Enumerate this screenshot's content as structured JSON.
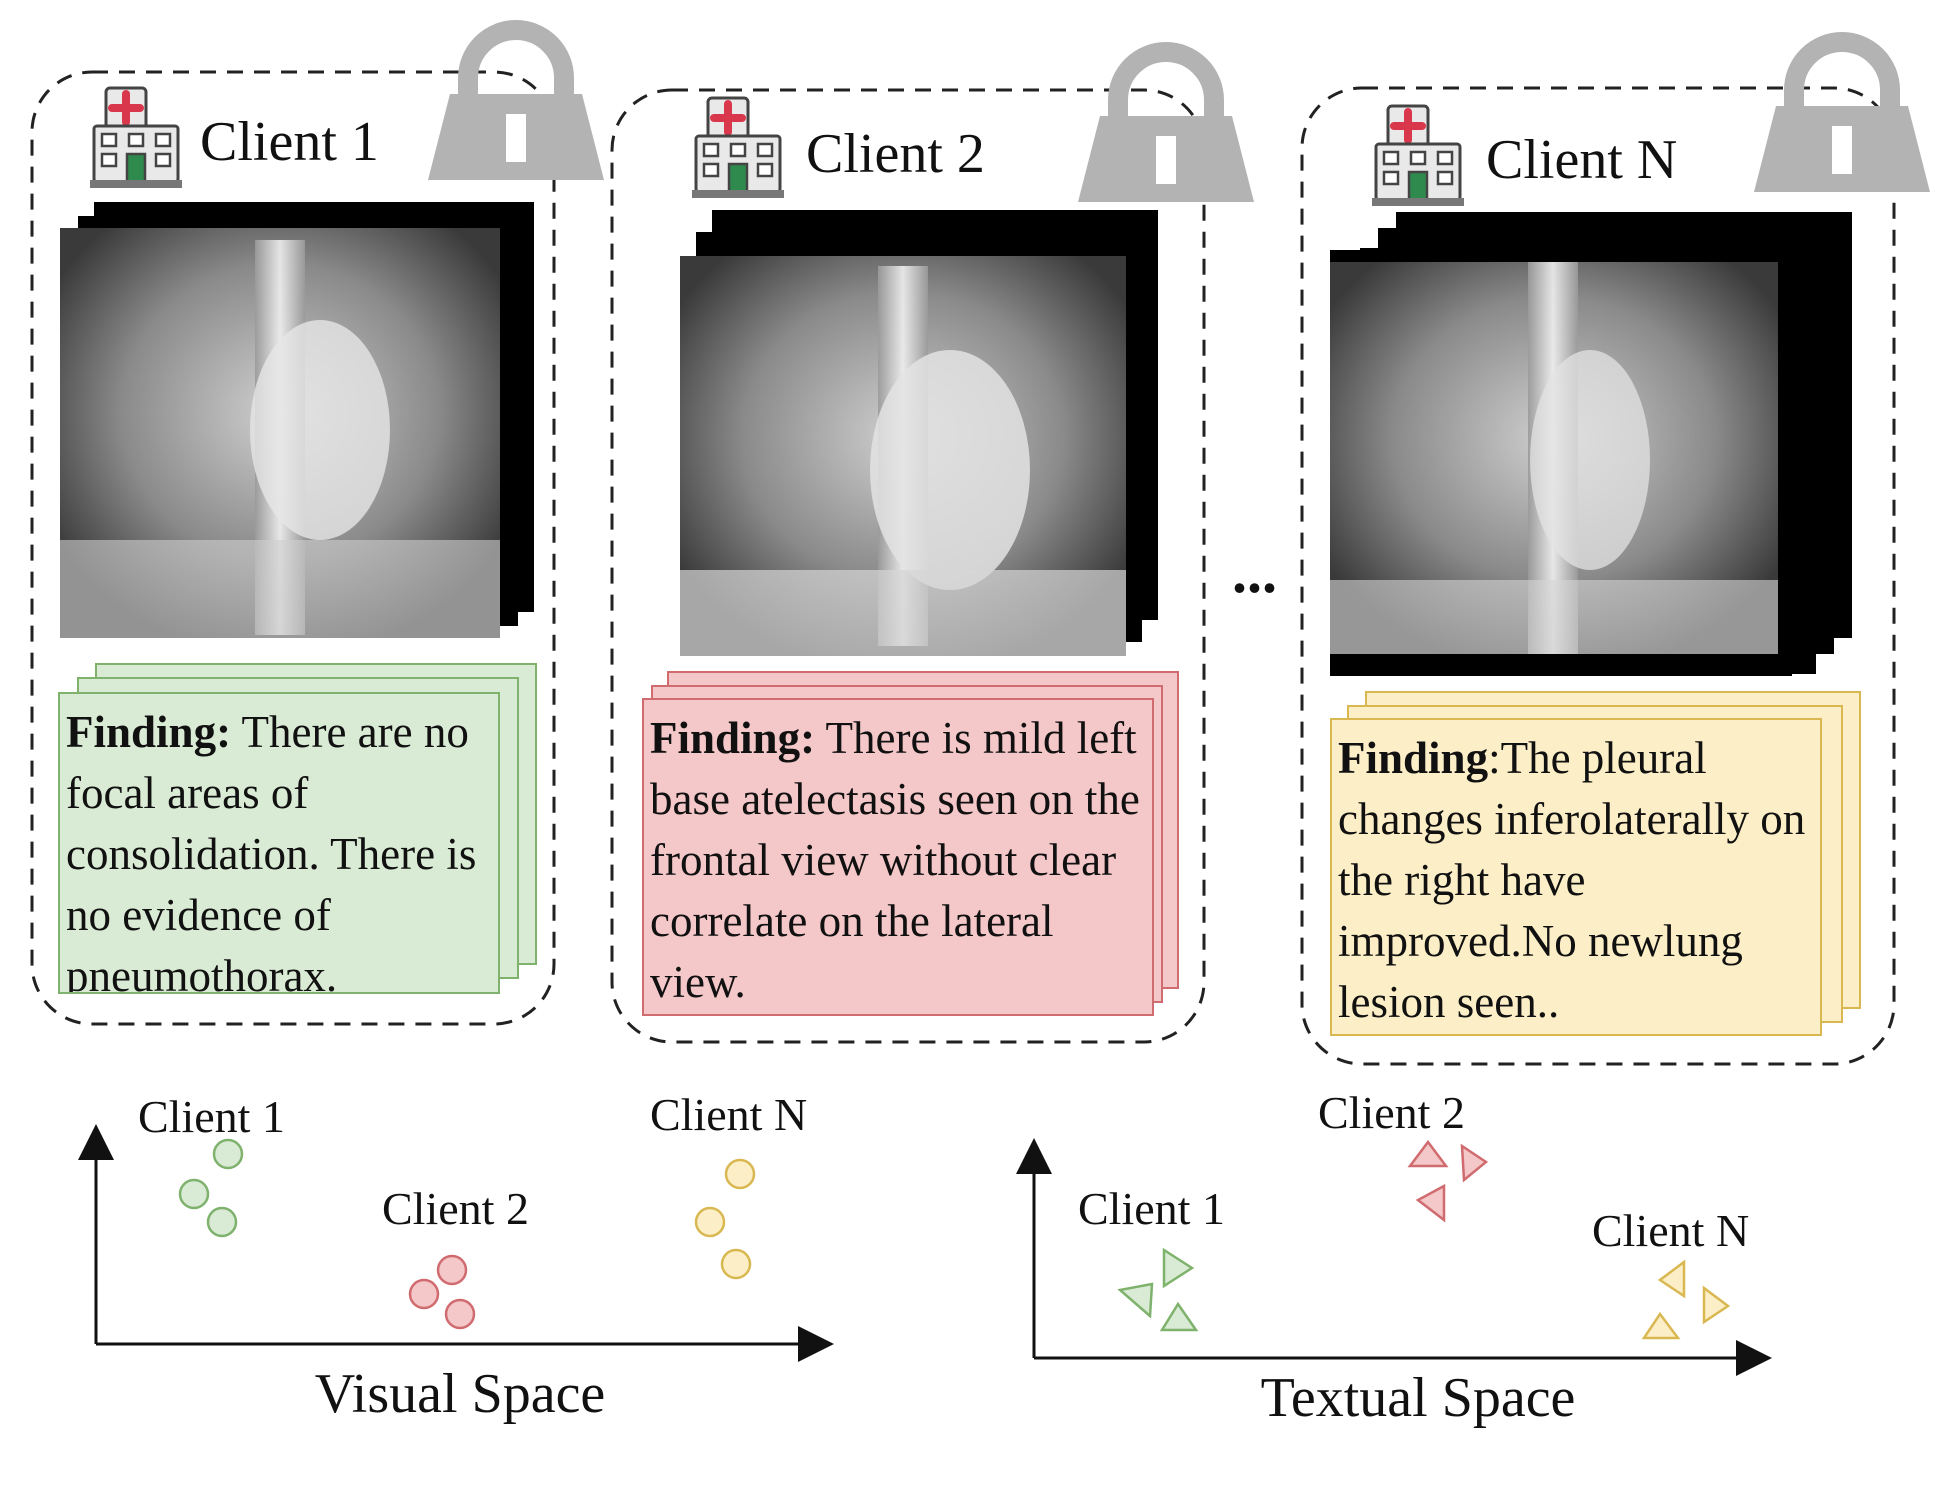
{
  "clients": [
    {
      "title": "Client 1",
      "finding_label": "Finding:",
      "finding_text": " There are no focal areas of consolidation. There is no evidence of pneumothorax.",
      "color": "#d9ebd4"
    },
    {
      "title": "Client 2",
      "finding_label": "Finding:",
      "finding_text": " There is mild left base atelectasis seen on the frontal view without clear correlate on the lateral view.",
      "color": "#f4c7c8"
    },
    {
      "title": "Client N",
      "finding_label": "Finding",
      "finding_text": ":The pleural changes inferolaterally on the right have improved.No newlung lesion seen..",
      "color": "#fcefc7"
    }
  ],
  "ellipsis": "...",
  "visual_space": {
    "title": "Visual Space",
    "labels": [
      "Client 1",
      "Client 2",
      "Client N"
    ]
  },
  "textual_space": {
    "title": "Textual Space",
    "labels": [
      "Client 1",
      "Client 2",
      "Client N"
    ]
  },
  "colors": {
    "green_fill": "#d9ebd4",
    "green_stroke": "#7fb26d",
    "red_fill": "#f4c7c8",
    "red_stroke": "#d06b6f",
    "yellow_fill": "#fcefc7",
    "yellow_stroke": "#d9b751",
    "lock": "#b3b3b3"
  },
  "icons": [
    "hospital-icon",
    "lock-icon"
  ]
}
